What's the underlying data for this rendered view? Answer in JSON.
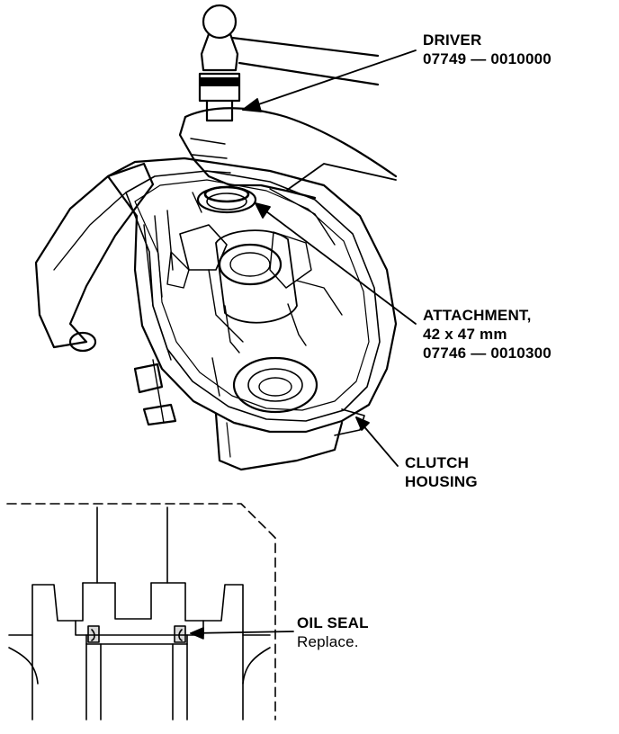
{
  "labels": {
    "driver": {
      "name": "DRIVER",
      "part_no": "07749 — 0010000"
    },
    "attachment": {
      "name": "ATTACHMENT,",
      "size": "42 x 47 mm",
      "part_no": "07746 — 0010300"
    },
    "clutch_housing": {
      "line1": "CLUTCH",
      "line2": "HOUSING"
    },
    "oil_seal": {
      "name": "OIL SEAL",
      "note": "Replace."
    }
  },
  "colors": {
    "ink": "#000000",
    "paper": "#ffffff"
  }
}
